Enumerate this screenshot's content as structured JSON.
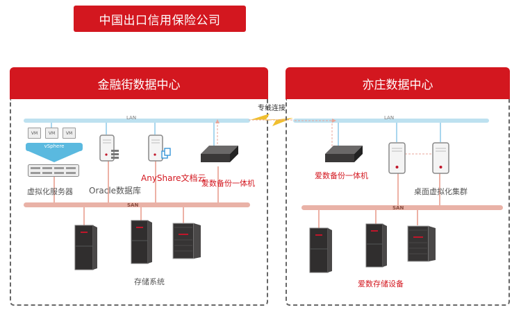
{
  "company_title": "中国出口信用保险公司",
  "link_label": "专线连接",
  "colors": {
    "brand_red": "#d3171f",
    "lan_blue": "#bde1f0",
    "san_pink": "#e9b2a7"
  },
  "left_dc": {
    "title": "金融街数据中心",
    "lan_label": "LAN",
    "san_label": "SAN",
    "nodes": {
      "vm_labels": [
        "VM",
        "VM",
        "VM"
      ],
      "vsphere": "vSphere",
      "virtual_servers": "虚拟化服务器",
      "oracle": "Oracle数据库",
      "anyshare": "AnyShare文档云",
      "backup": "爱数备份一体机"
    },
    "storage_label": "存储系统"
  },
  "right_dc": {
    "title": "亦庄数据中心",
    "lan_label": "LAN",
    "san_label": "SAN",
    "nodes": {
      "backup": "爱数备份一体机",
      "vdi_cluster": "桌面虚拟化集群"
    },
    "storage_label": "爱数存储设备"
  }
}
